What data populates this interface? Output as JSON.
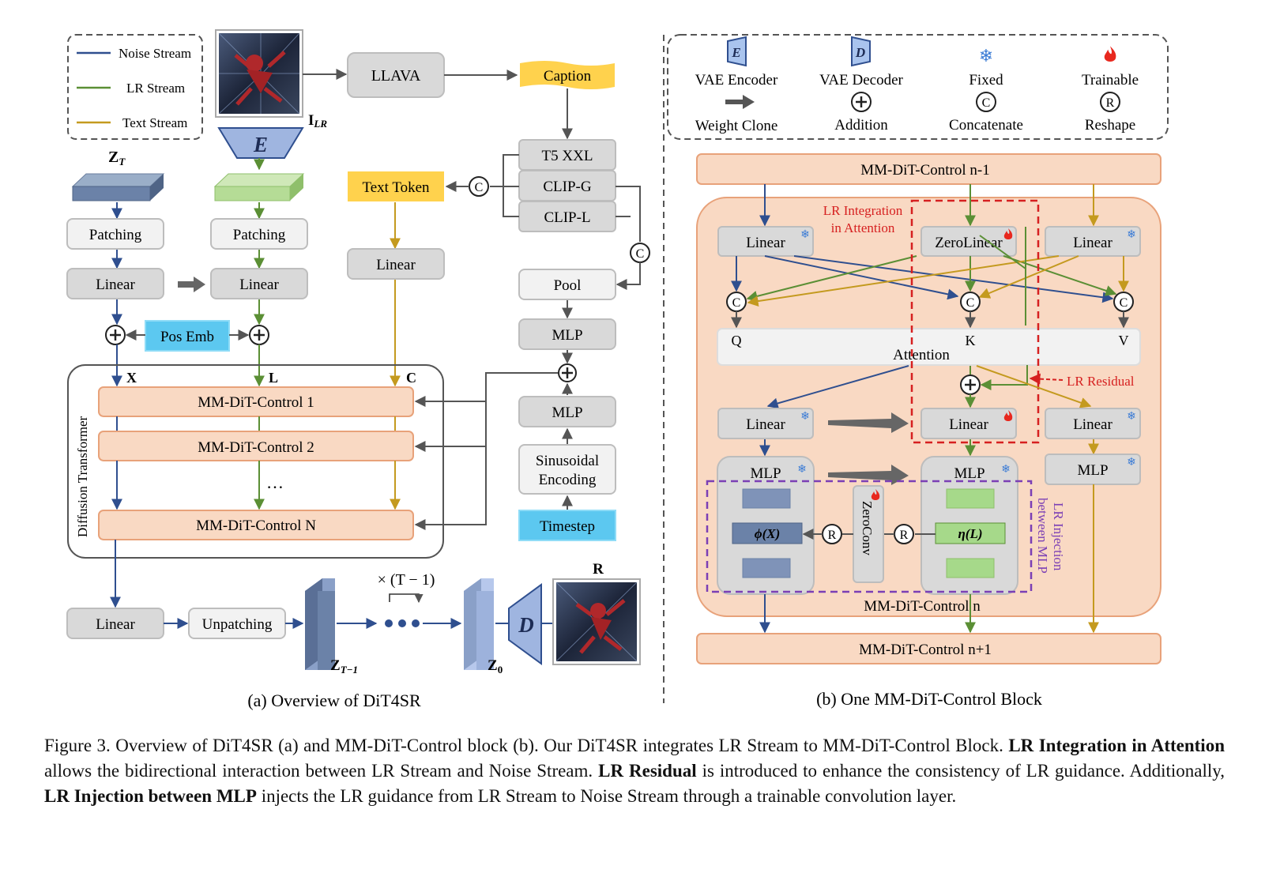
{
  "legend_left": {
    "noise": "Noise Stream",
    "lr": "LR Stream",
    "text": "Text Stream"
  },
  "legend_right": {
    "vae_encoder": "VAE Encoder",
    "vae_encoder_glyph": "E",
    "vae_decoder": "VAE Decoder",
    "vae_decoder_glyph": "D",
    "fixed": "Fixed",
    "trainable": "Trainable",
    "weight_clone": "Weight Clone",
    "addition": "Addition",
    "concatenate": "Concatenate",
    "concat_glyph": "C",
    "reshape": "Reshape",
    "reshape_glyph": "R"
  },
  "overview": {
    "zt": "Z",
    "zt_sub": "T",
    "ilr": "I",
    "ilr_sub": "LR",
    "encoder": "E",
    "decoder": "D",
    "llava": "LLAVA",
    "caption": "Caption",
    "t5": "T5 XXL",
    "clip_g": "CLIP-G",
    "clip_l": "CLIP-L",
    "text_token": "Text Token",
    "patching": "Patching",
    "linear": "Linear",
    "pos_emb": "Pos Emb",
    "pool": "Pool",
    "mlp": "MLP",
    "sinusoidal_1": "Sinusoidal",
    "sinusoidal_2": "Encoding",
    "timestep": "Timestep",
    "x": "X",
    "l": "L",
    "c": "C",
    "dit_label": "Diffusion Transformer",
    "block1": "MM-DiT-Control   1",
    "block2": "MM-DiT-Control   2",
    "blockn": "MM-DiT-Control   N",
    "dots": "…",
    "unpatching": "Unpatching",
    "zt1": "Z",
    "zt1_sub": "T−1",
    "z0": "Z",
    "z0_sub": "0",
    "repeat": "× (T − 1)",
    "r": "R",
    "sublabel": "(a) Overview of DiT4SR"
  },
  "block": {
    "prev": "MM-DiT-Control   n-1",
    "cur": "MM-DiT-Control        n",
    "next": "MM-DiT-Control   n+1",
    "linear": "Linear",
    "zerolinear": "ZeroLinear",
    "lr_integration_1": "LR Integration",
    "lr_integration_2": "in Attention",
    "q": "Q",
    "k": "K",
    "v": "V",
    "attention": "Attention",
    "lr_residual": "LR Residual",
    "mlp": "MLP",
    "phi": "ϕ(X)",
    "eta": "η(L)",
    "zeroconv": "ZeroConv",
    "lr_injection_1": "LR Injection",
    "lr_injection_2": "between MLP",
    "sublabel": "(b) One MM-DiT-Control Block"
  },
  "caption": {
    "p1": "Figure 3.  Overview of DiT4SR (a) and MM-DiT-Control block (b).  Our DiT4SR integrates LR Stream to MM-DiT-Control Block. ",
    "b1": "LR Integration in Attention",
    "p2": " allows the bidirectional interaction between LR Stream and Noise Stream. ",
    "b2": "LR Residual",
    "p3": " is introduced to enhance the consistency of LR guidance.  Additionally, ",
    "b3": "LR Injection between MLP",
    "p4": " injects the LR guidance from LR Stream to Noise Stream through a trainable convolution layer."
  },
  "colors": {
    "noise": "#2f4f8f",
    "lr": "#5b8f35",
    "text": "#c49a1f",
    "red": "#d62020",
    "purple": "#7b3fb5",
    "box_gray": "#d9d9d9",
    "block_orange": "#f9d9c3",
    "accent_blue": "#5cc8f0",
    "accent_yellow": "#ffd24d"
  }
}
